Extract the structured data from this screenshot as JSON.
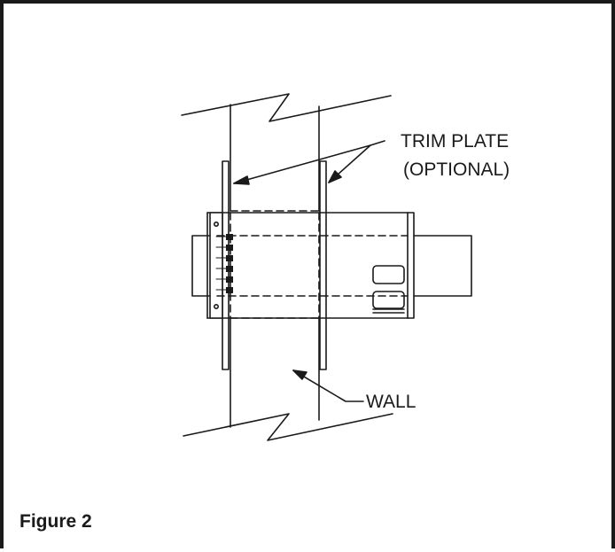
{
  "figure": {
    "caption": "Figure 2"
  },
  "labels": {
    "trim_plate_line1": "TRIM PLATE",
    "trim_plate_line2": "(OPTIONAL)",
    "wall": "WALL"
  },
  "colors": {
    "line": "#1a1a1a",
    "background": "#ffffff"
  }
}
